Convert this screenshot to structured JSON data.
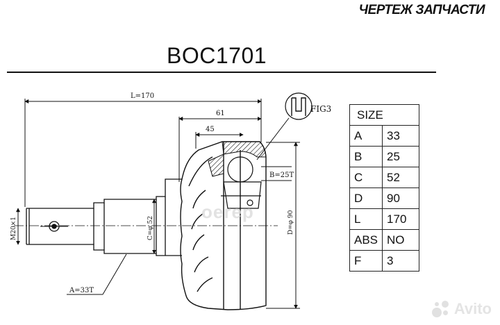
{
  "header": {
    "title": "ЧЕРТЕЖ ЗАПЧАСТИ"
  },
  "part": {
    "number": "BOC1701"
  },
  "drawing": {
    "dimensions": {
      "length": "L=170",
      "dim_61": "61",
      "dim_45": "45",
      "b": "B=25T",
      "c": "C=φ 52",
      "d": "D=φ 90",
      "a": "A=33T",
      "thread": "M20×1"
    },
    "fig_label": "FIG3"
  },
  "size_table": {
    "header": "SIZE",
    "rows": [
      {
        "key": "A",
        "value": "33"
      },
      {
        "key": "B",
        "value": "25"
      },
      {
        "key": "C",
        "value": "52"
      },
      {
        "key": "D",
        "value": "90"
      },
      {
        "key": "L",
        "value": "170"
      },
      {
        "key": "ABS",
        "value": "NO"
      },
      {
        "key": "F",
        "value": "3"
      }
    ]
  },
  "watermark": {
    "text": "Avito",
    "logo": "oerep"
  },
  "colors": {
    "ink": "#111111",
    "watermark": "#cfcfcf"
  }
}
